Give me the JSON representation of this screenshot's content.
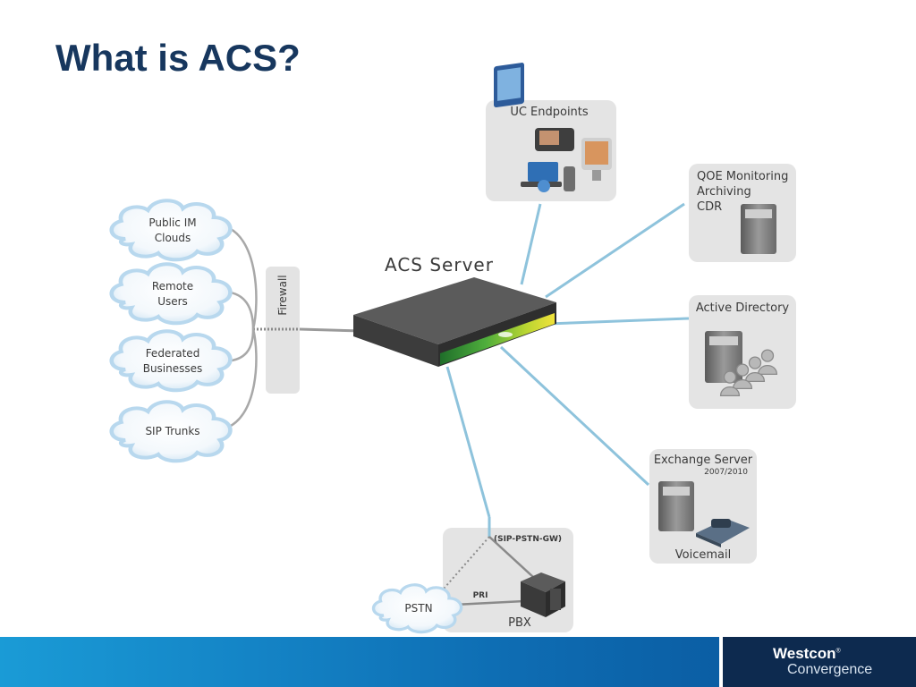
{
  "title": "What is ACS?",
  "server_label": "ACS Server",
  "firewall_label": "Firewall",
  "clouds": {
    "public_im": [
      "Public IM",
      "Clouds"
    ],
    "remote_users": [
      "Remote",
      "Users"
    ],
    "federated": [
      "Federated",
      "Businesses"
    ],
    "sip_trunks": "SIP Trunks",
    "pstn": "PSTN"
  },
  "panels": {
    "uc_endpoints": "UC Endpoints",
    "qoe": [
      "QOE Monitoring",
      "Archiving",
      "CDR"
    ],
    "active_directory": "Active Directory",
    "exchange": {
      "title": "Exchange Server",
      "version": "2007/2010",
      "caption": "Voicemail"
    },
    "gateway": {
      "gw": "(SIP-PSTN-GW)",
      "pri": "PRI",
      "pbx": "PBX"
    }
  },
  "footer": {
    "brand": "Westcon",
    "brand_mark": "®",
    "sub": "Convergence"
  },
  "colors": {
    "title": "#17375e",
    "link_line": "#8ec3dc",
    "footer_dark": "#0d2a4f"
  }
}
